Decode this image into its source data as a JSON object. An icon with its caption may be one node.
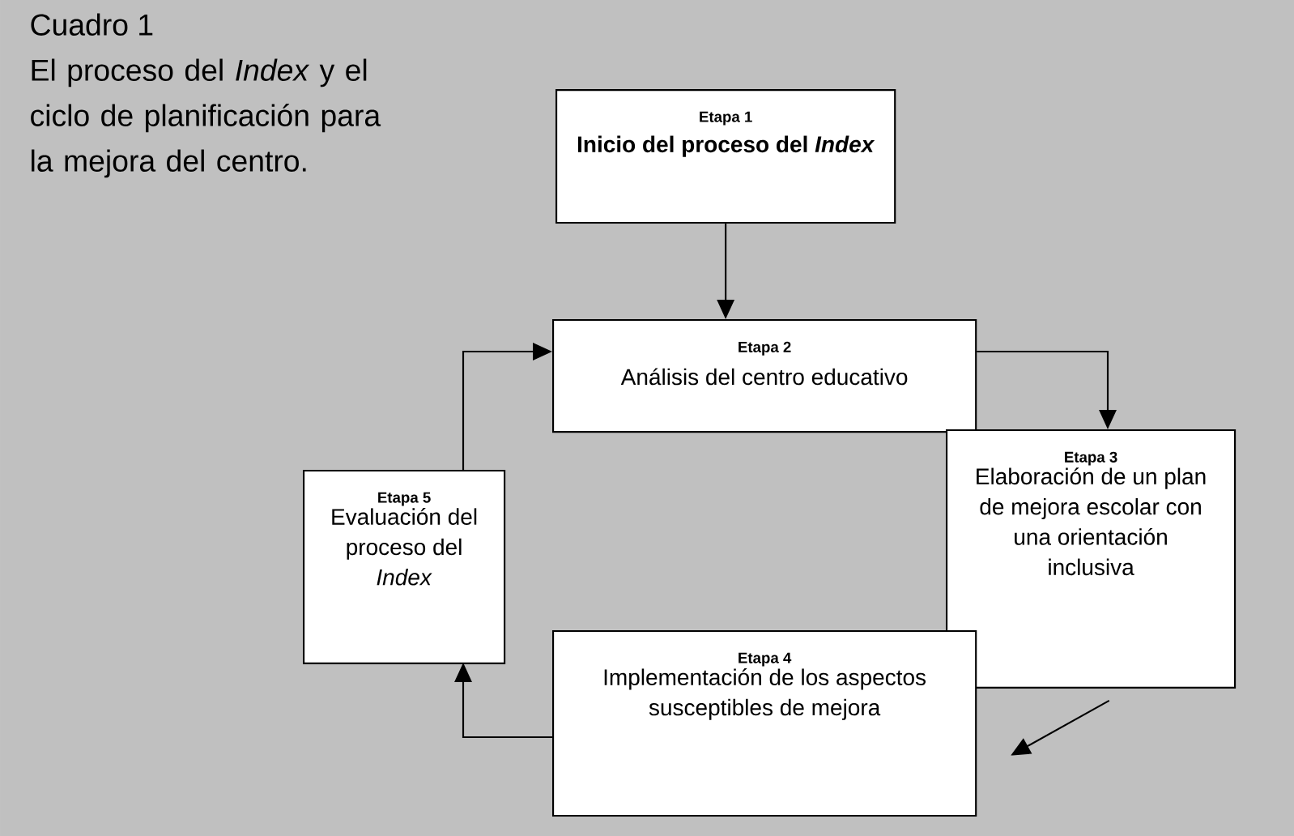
{
  "diagram": {
    "title": "Cuadro 1",
    "caption": "El proceso del *Index* y el ciclo de planificación para la mejora del centro.",
    "nodes": [
      {
        "text": [
          "Etapa 1",
          "Inicio del proceso del *Index*"
        ]
      },
      {
        "text": [
          "Etapa 2",
          "Análisis del centro educativo"
        ]
      },
      {
        "text": [
          "Etapa 3",
          "Elaboración de un plan de mejora escolar con una orientación inclusiva"
        ]
      },
      {
        "text": [
          "Etapa 4",
          "Implementación de  los aspectos susceptibles de mejora"
        ]
      },
      {
        "text": [
          "Etapa 5",
          "Evaluación del proceso del *Index*"
        ]
      }
    ],
    "edges": [
      {
        "from": 0,
        "to": 1,
        "arrow": "to"
      },
      {
        "from": 1,
        "to": 2,
        "arrow": "to"
      },
      {
        "from": 2,
        "to": 3,
        "arrow": "to"
      },
      {
        "from": 3,
        "to": 4,
        "arrow": "to"
      },
      {
        "from": 4,
        "to": 1,
        "arrow": "to"
      }
    ]
  }
}
